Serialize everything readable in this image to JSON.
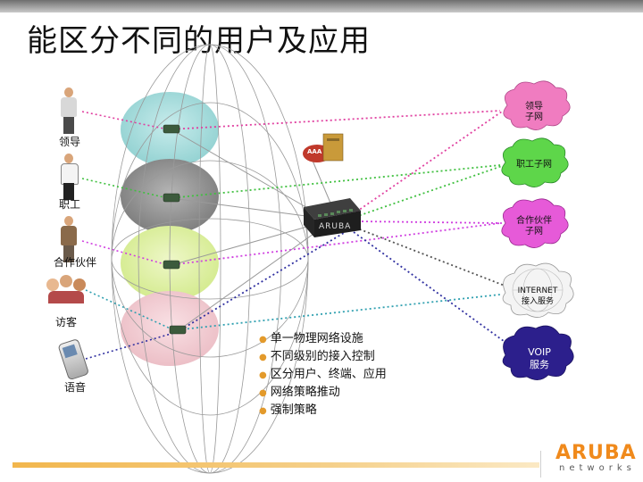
{
  "title": "能区分不同的用户及应用",
  "users": [
    {
      "label": "领导"
    },
    {
      "label": "职工"
    },
    {
      "label": "合作伙伴"
    },
    {
      "label": "访客"
    },
    {
      "label": "语音"
    }
  ],
  "clouds": [
    {
      "label": "领导\n子网",
      "color": "#f07cc0"
    },
    {
      "label": "职工子网",
      "color": "#5ed64a"
    },
    {
      "label": "合作伙伴\n子网",
      "color": "#e65ad8"
    },
    {
      "label": "INTERNET\n接入服务",
      "color": "#f4f4f4"
    },
    {
      "label": "VOIP\n服务",
      "color": "#2c1f8c"
    }
  ],
  "switch": {
    "label": "ARUBA"
  },
  "aaa": {
    "label": "AAA"
  },
  "bullets": [
    "单一物理网络设施",
    "不同级别的接入控制",
    "区分用户、终端、应用",
    "网络策略推动",
    "强制策略"
  ],
  "logo": {
    "word": "ARUBA",
    "sub": "networks"
  },
  "colors": {
    "leader": "#e040a0",
    "staff": "#40c040",
    "partner": "#d040e0",
    "guest": "#30a0b0",
    "voice": "#3030a0",
    "accent": "#f08a1c"
  }
}
